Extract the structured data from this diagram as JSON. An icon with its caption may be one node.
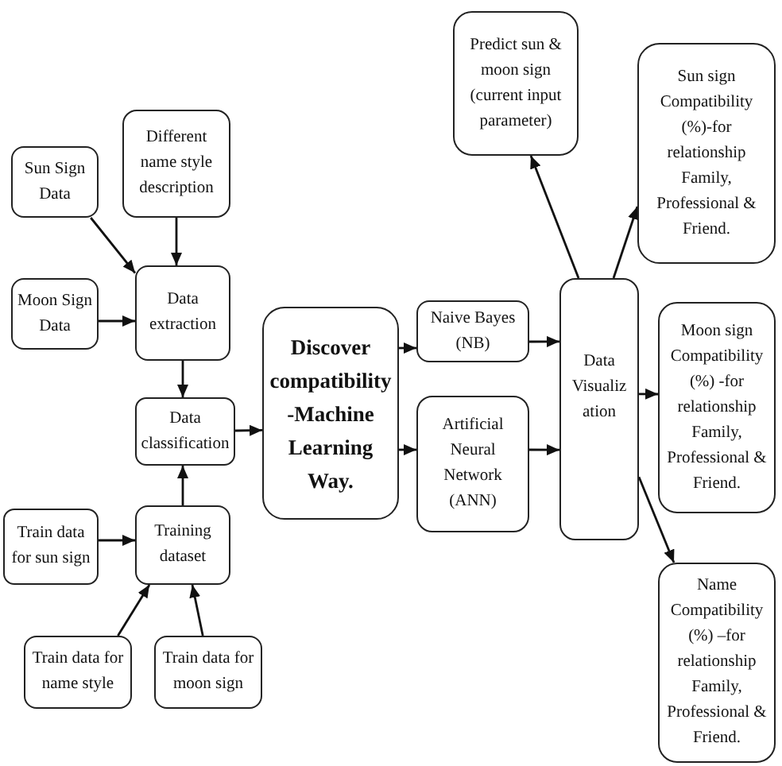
{
  "diagram": {
    "nodes": [
      {
        "text": [
          "Sun Sign Data"
        ]
      },
      {
        "text": [
          "Different name style description"
        ]
      },
      {
        "text": [
          "Moon Sign Data"
        ]
      },
      {
        "text": [
          "Data extraction"
        ]
      },
      {
        "text": [
          "Data classification"
        ]
      },
      {
        "text": [
          "Training dataset"
        ]
      },
      {
        "text": [
          "Train data for sun sign"
        ]
      },
      {
        "text": [
          "Train data for name style"
        ]
      },
      {
        "text": [
          "Train data for moon sign"
        ]
      },
      {
        "text": [
          "Discover compatibility -Machine Learning Way."
        ]
      },
      {
        "text": [
          "Naive Bayes (NB)"
        ]
      },
      {
        "text": [
          "Artificial Neural Network (ANN)"
        ]
      },
      {
        "text": [
          "Data Visualiz ation"
        ]
      },
      {
        "text": [
          "Predict sun & moon sign (current input parameter)"
        ]
      },
      {
        "text": [
          "Sun sign Compatibility (%)-for relationship Family, Professional & Friend."
        ]
      },
      {
        "text": [
          "Moon sign Compatibility (%) -for relationship Family, Professional & Friend."
        ]
      },
      {
        "text": [
          "Name Compatibility (%) –for relationship Family, Professional & Friend."
        ]
      }
    ],
    "edges": [
      {
        "from": 0,
        "to": 3,
        "arrow": "to"
      },
      {
        "from": 1,
        "to": 3,
        "arrow": "to"
      },
      {
        "from": 2,
        "to": 3,
        "arrow": "to"
      },
      {
        "from": 3,
        "to": 4,
        "arrow": "to"
      },
      {
        "from": 5,
        "to": 4,
        "arrow": "to"
      },
      {
        "from": 6,
        "to": 5,
        "arrow": "to"
      },
      {
        "from": 7,
        "to": 5,
        "arrow": "to"
      },
      {
        "from": 8,
        "to": 5,
        "arrow": "to"
      },
      {
        "from": 4,
        "to": 9,
        "arrow": "to"
      },
      {
        "from": 9,
        "to": 10,
        "arrow": "to"
      },
      {
        "from": 9,
        "to": 11,
        "arrow": "to"
      },
      {
        "from": 10,
        "to": 12,
        "arrow": "to"
      },
      {
        "from": 11,
        "to": 12,
        "arrow": "to"
      },
      {
        "from": 12,
        "to": 13,
        "arrow": "to"
      },
      {
        "from": 12,
        "to": 14,
        "arrow": "to"
      },
      {
        "from": 12,
        "to": 15,
        "arrow": "to"
      },
      {
        "from": 12,
        "to": 16,
        "arrow": "to"
      }
    ]
  }
}
